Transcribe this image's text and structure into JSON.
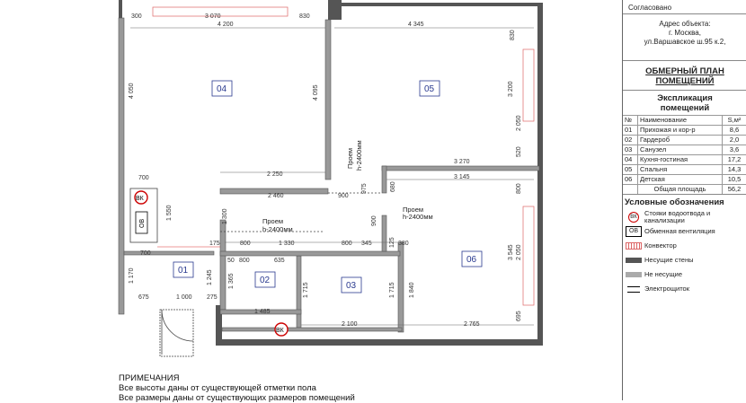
{
  "sidebar": {
    "approved": "Согласовано",
    "address": [
      "Адрес объекта:",
      "г. Москва,",
      "ул.Варшавское ш.95 к.2,"
    ],
    "plan_title": [
      "ОБМЕРНЫЙ ПЛАН",
      "ПОМЕЩЕНИЙ"
    ],
    "explication_title": [
      "Экспликация",
      "помещений"
    ],
    "table_header": {
      "num": "№",
      "name": "Наименование",
      "area": "S,м²"
    },
    "rows": [
      {
        "num": "01",
        "name": "Прихожая и кор-р",
        "area": "8,6"
      },
      {
        "num": "02",
        "name": "Гардероб",
        "area": "2,0"
      },
      {
        "num": "03",
        "name": "Санузел",
        "area": "3,6"
      },
      {
        "num": "04",
        "name": "Кухня-гостиная",
        "area": "17,2"
      },
      {
        "num": "05",
        "name": "Спальня",
        "area": "14,3"
      },
      {
        "num": "06",
        "name": "Детская",
        "area": "10,5"
      }
    ],
    "total": {
      "name": "Общая площадь",
      "area": "56,2"
    },
    "legend_title": "Условные обозначения",
    "legend": [
      {
        "symbol": "ВК",
        "text": "Стояки водоотвода и канализации",
        "icon": "riser-icon"
      },
      {
        "symbol": "ОВ",
        "text": "Обменная вентиляция",
        "icon": "ventilation-icon"
      },
      {
        "symbol": "",
        "text": "Конвектор",
        "icon": "convector-icon"
      },
      {
        "symbol": "",
        "text": "Несущие стены",
        "icon": "bearing-wall-icon"
      },
      {
        "symbol": "",
        "text": "Не несущие",
        "icon": "non-bearing-wall-icon"
      },
      {
        "symbol": "",
        "text": "Электрощиток",
        "icon": "electrical-panel-icon"
      }
    ]
  },
  "plan": {
    "rooms": [
      "01",
      "02",
      "03",
      "04",
      "05",
      "06"
    ],
    "dims": [
      "300",
      "3 070",
      "830",
      "4 200",
      "4 345",
      "830",
      "4 050",
      "4 095",
      "3 200",
      "2 050",
      "3 270",
      "520",
      "700",
      "2 250",
      "3 145",
      "2 460",
      "900",
      "975",
      "680",
      "800",
      "1 550",
      "1 300",
      "900",
      "175",
      "800",
      "1 330",
      "800",
      "345",
      "125",
      "380",
      "3 545",
      "2 050",
      "50",
      "800",
      "635",
      "1 170",
      "1 245",
      "1 365",
      "1 715",
      "1 715",
      "1 840",
      "675",
      "1 000",
      "275",
      "1 485",
      "2 100",
      "2 765",
      "695",
      "700"
    ],
    "doorways": [
      {
        "label": "Проем",
        "height": "h-2400мм"
      },
      {
        "label": "Проем",
        "height": "h-2400мм"
      },
      {
        "label": "Проем",
        "height": "h-2400мм"
      }
    ],
    "vk": "ВК",
    "ov": "ОВ"
  },
  "notes": {
    "title": "ПРИМЕЧАНИЯ",
    "lines": [
      "Все высоты даны от существующей отметки пола",
      "Все размеры даны от существующих размеров помещений"
    ]
  }
}
